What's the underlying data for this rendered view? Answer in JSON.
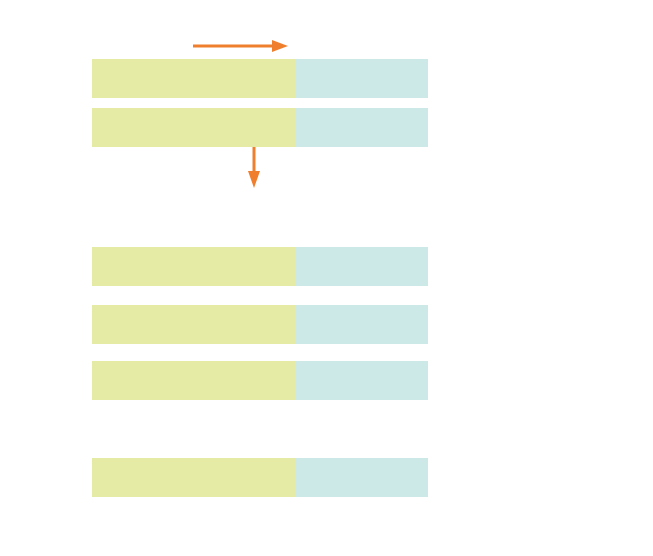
{
  "colors": {
    "left_segment": "#e5eaa5",
    "right_segment": "#cce9e8",
    "arrow": "#ef7f2d",
    "background": "#ffffff"
  },
  "bars": [
    {
      "id": "bar-1",
      "left_fraction": 0.607
    },
    {
      "id": "bar-2",
      "left_fraction": 0.607
    },
    {
      "id": "bar-3",
      "left_fraction": 0.607
    },
    {
      "id": "bar-4",
      "left_fraction": 0.607
    },
    {
      "id": "bar-5",
      "left_fraction": 0.607
    },
    {
      "id": "bar-6",
      "left_fraction": 0.607
    }
  ],
  "arrows": [
    {
      "id": "arrow-right",
      "direction": "right",
      "icon": "arrow-right-icon"
    },
    {
      "id": "arrow-down",
      "direction": "down",
      "icon": "arrow-down-icon"
    }
  ]
}
